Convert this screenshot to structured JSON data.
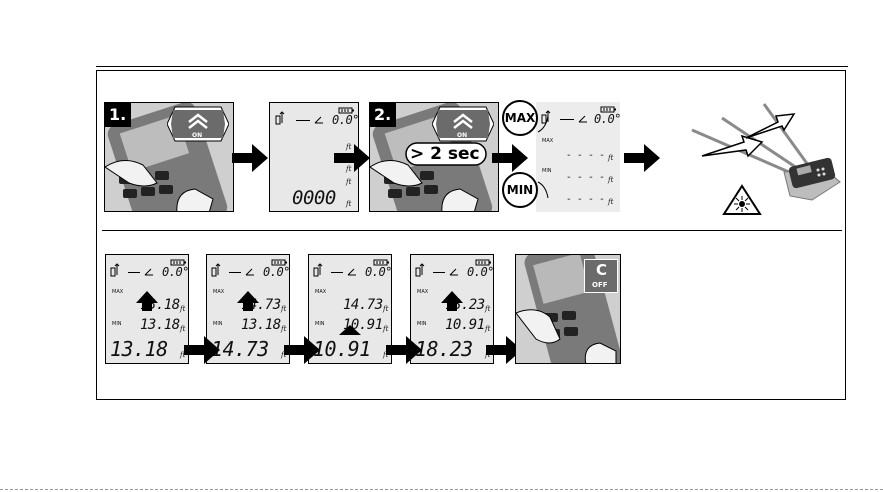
{
  "steps": [
    {
      "badge": "1.",
      "button_label": "ON"
    },
    {
      "badge": "2.",
      "button_label": "ON",
      "hold_label": "> 2 sec"
    }
  ],
  "modes": {
    "max": "MAX",
    "min": "MIN"
  },
  "lcd_common": {
    "angle": "0.0°",
    "unit": "ft",
    "max_tag": "MAX",
    "min_tag": "MIN",
    "dashes": "- - - -"
  },
  "initial_reading": "0000",
  "sequence": [
    {
      "max": "13.18",
      "min": "13.18",
      "current": "13.18"
    },
    {
      "max": "14.73",
      "min": "13.18",
      "current": "14.73"
    },
    {
      "max": "14.73",
      "min": "10.91",
      "current": "10.91"
    },
    {
      "max": "18.23",
      "min": "10.91",
      "current": "18.23"
    }
  ],
  "off_button": {
    "letter": "C",
    "label": "OFF"
  },
  "icons": [
    "up-arrow-icon",
    "right-arrow-icon",
    "laser-warning-icon",
    "rangefinder-icon",
    "battery-icon",
    "angle-icon"
  ]
}
